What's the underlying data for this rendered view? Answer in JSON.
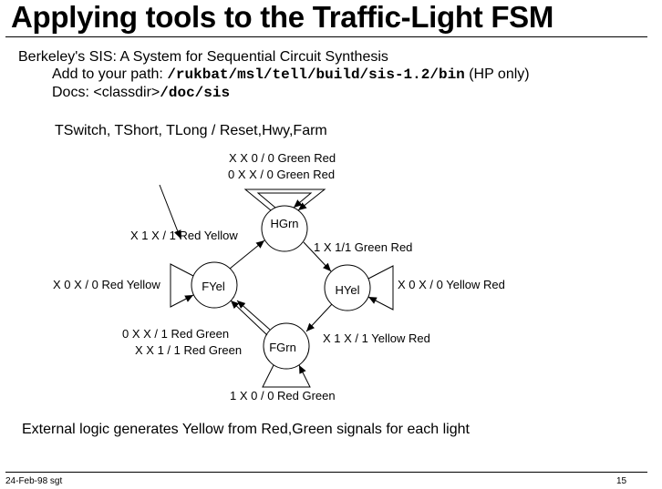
{
  "slide": {
    "title": "Applying tools to the Traffic-Light FSM",
    "line1": "Berkeley's SIS: A System for Sequential Circuit Synthesis",
    "path_prefix": "Add to your path: ",
    "path_value": "/rukbat/msl/tell/build/sis-1.2/bin",
    "path_suffix": " (HP only)",
    "docs_prefix": "Docs: <classdir>",
    "docs_value": "/doc/sis",
    "io_signature": "TSwitch, TShort, TLong / Reset,Hwy,Farm",
    "conclusion": "External logic generates Yellow from Red,Green signals for each light",
    "footer_left": "24-Feb-98 sgt",
    "footer_right": "15"
  },
  "fsm": {
    "states": {
      "hgrn": "HGrn",
      "hyel": "HYel",
      "fgrn": "FGrn",
      "fyel": "FYel"
    },
    "labels": {
      "hgrn_self_1": "X X 0 / 0 Green Red",
      "hgrn_self_2": "0 X X / 0 Green Red",
      "hgrn_to_hyel": "1 X 1/1 Green Red",
      "hyel_self": "X 0 X / 0 Yellow Red",
      "hyel_to_fgrn": "X 1 X / 1 Yellow Red",
      "fgrn_self": "1 X 0 / 0 Red Green",
      "fgrn_to_fyel_1": "0 X X / 1 Red Green",
      "fgrn_to_fyel_2": "X X 1 / 1 Red Green",
      "fyel_self": "X 0 X / 0 Red Yellow",
      "fyel_to_hgrn": "X 1 X / 1 Red Yellow"
    }
  }
}
